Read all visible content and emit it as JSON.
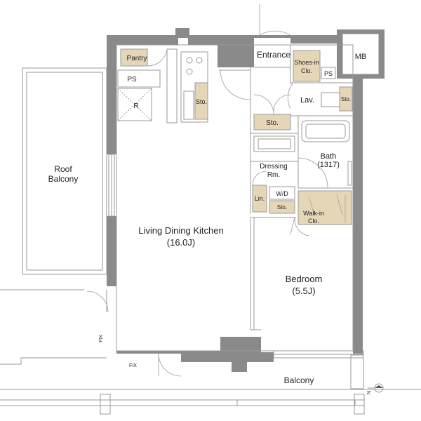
{
  "rooms": {
    "roof_balcony": {
      "line1": "Roof",
      "line2": "Balcony"
    },
    "ldk": {
      "name": "Living Dining Kitchen",
      "size": "(16.0J)"
    },
    "bedroom": {
      "name": "Bedroom",
      "size": "(5.5J)"
    },
    "balcony": {
      "name": "Balcony"
    },
    "entrance": {
      "name": "Entrance"
    },
    "bath": {
      "name": "Bath",
      "size": "(1317)"
    },
    "dressing": {
      "line1": "Dressing",
      "line2": "Rm."
    },
    "lav": {
      "name": "Lav."
    }
  },
  "storage": {
    "pantry": "Pantry",
    "ps_upper": "PS",
    "ps_entrance": "PS",
    "r": "R",
    "kitchen_sto": "Sto.",
    "hall_sto": "Sto.",
    "lav_sto": "Sto.",
    "wd_sto": "Sto.",
    "shoes_in": {
      "line1": "Shoes-in",
      "line2": "Clo."
    },
    "mb": "MB",
    "lin": "Lin.",
    "wd": "W/D",
    "walk_in": {
      "line1": "Walk-in",
      "line2": "Clo."
    }
  },
  "annotations": {
    "fix_left": "FIX",
    "fix_bottom": "FIX",
    "compass": "N"
  },
  "colors": {
    "wall": "#8a8a8a",
    "storage_fill": "#e6d6b8",
    "line": "#9a9a9a"
  }
}
